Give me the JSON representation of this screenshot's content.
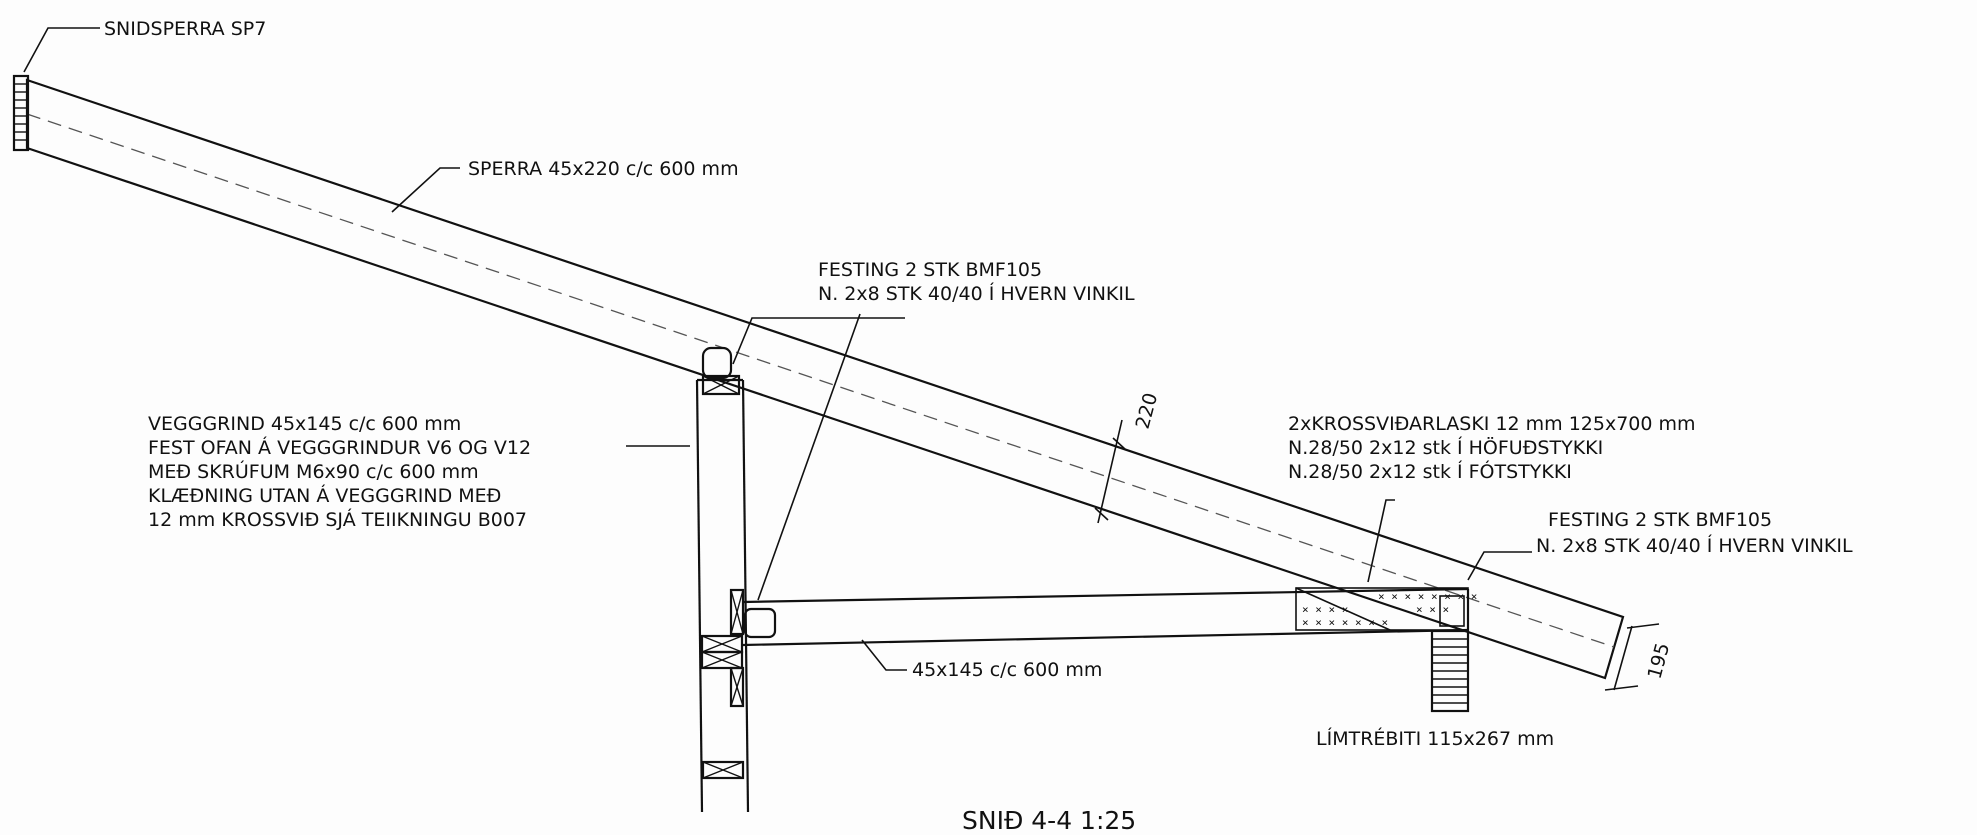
{
  "title": "SNIÐ 4-4 1:25",
  "labels": {
    "snidsperra": "SNIDSPERRA  SP7",
    "sperra": "SPERRA 45x220 c/c 600 mm",
    "festing_top_1": "FESTING 2 STK BMF105",
    "festing_top_2": "N. 2x8 STK 40/40 Í HVERN VINKIL",
    "vegg_1": "VEGGGRIND 45x145 c/c 600 mm",
    "vegg_2": "FEST OFAN Á VEGGGRINDUR V6 OG V12",
    "vegg_3": "MEÐ SKRÚFUM M6x90 c/c 600 mm",
    "vegg_4": "KLÆÐNING UTAN Á VEGGGRIND MEÐ",
    "vegg_5": "12 mm KROSSVIÐ SJÁ TEIIKNINGU B007",
    "kross_1": "2xKROSSVIÐARLASKI 12 mm 125x700 mm",
    "kross_2": "N.28/50 2x12 stk Í HÖFUÐSTYKKI",
    "kross_3": "N.28/50 2x12 stk Í FÓTSTYKKI",
    "festing_right_1": "FESTING 2 STK BMF105",
    "festing_right_2": "N. 2x8 STK 40/40 Í HVERN VINKIL",
    "beam": "45x145 c/c 600 mm",
    "limtre": "LÍMTRÉBITI 115x267 mm"
  },
  "dimensions": {
    "rafter_depth": "220",
    "end_depth": "195"
  },
  "nail_marks": {
    "top_row": "× × × × × × × ×",
    "mid_row": "× × × ×",
    "low_row": "× × × × × × ×",
    "right_block": "× × ×"
  }
}
